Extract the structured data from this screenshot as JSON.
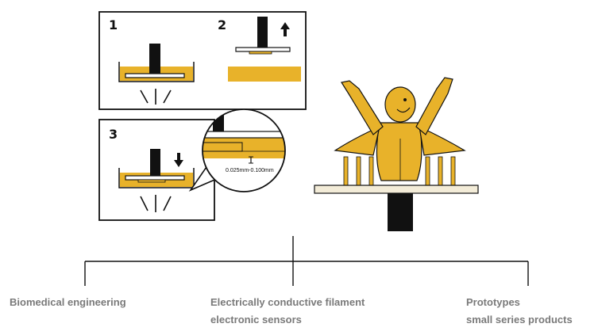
{
  "colors": {
    "resin": "#e8b22a",
    "ink": "#111111",
    "platform": "#f3ecd8",
    "label": "#7a7a7a"
  },
  "steps": {
    "step1": "1",
    "step2": "2",
    "step3": "3"
  },
  "magnifier": {
    "layer_thickness": "0.025mm-0.100mm"
  },
  "icons": [
    "arrow-up-icon",
    "arrow-down-icon",
    "light-rays-icon",
    "printed-figure-icon"
  ],
  "applications": {
    "biomedical": "Biomedical engineering",
    "conductive_line1": "Electrically conductive filament",
    "conductive_line2": "electronic sensors",
    "prototypes_line1": "Prototypes",
    "prototypes_line2": "small series products"
  }
}
